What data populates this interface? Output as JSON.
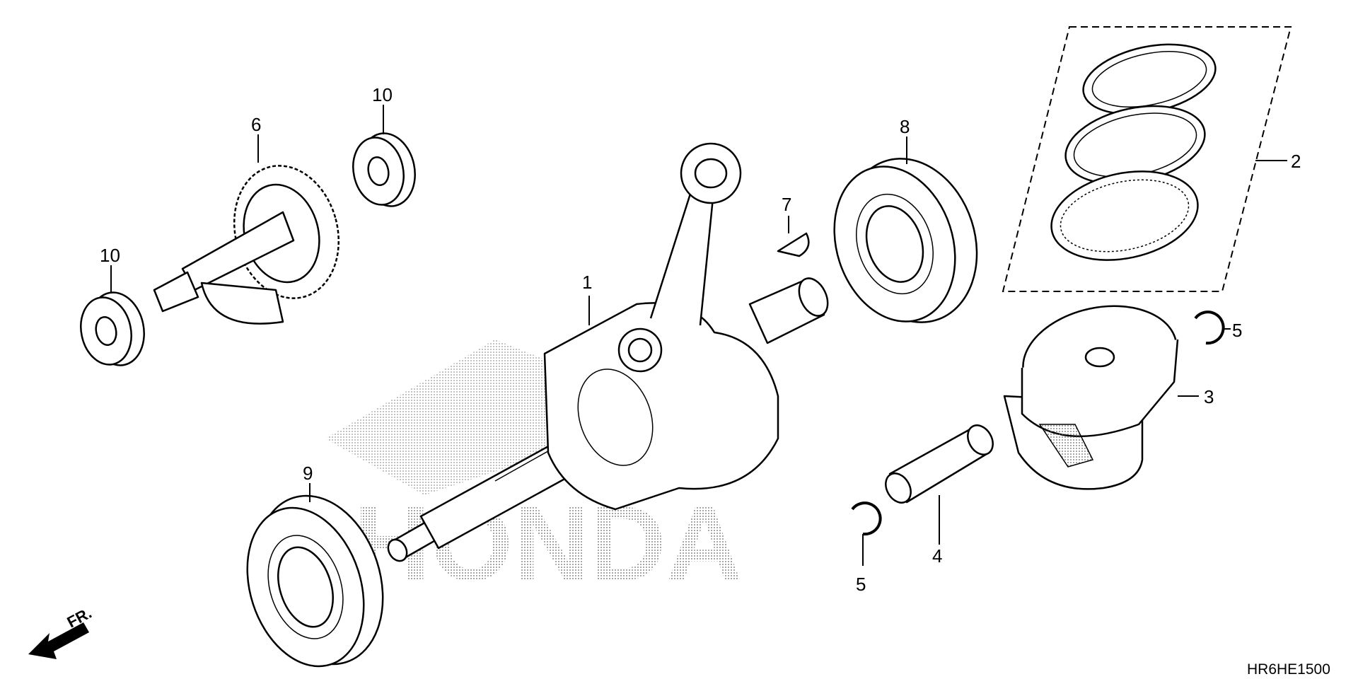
{
  "watermark": {
    "text": "HONDA"
  },
  "diagram_code": "HR6HE1500",
  "direction_label": "FR.",
  "callouts": [
    {
      "id": "c1",
      "label": "1"
    },
    {
      "id": "c2",
      "label": "2"
    },
    {
      "id": "c3",
      "label": "3"
    },
    {
      "id": "c4",
      "label": "4"
    },
    {
      "id": "c5a",
      "label": "5"
    },
    {
      "id": "c5b",
      "label": "5"
    },
    {
      "id": "c6",
      "label": "6"
    },
    {
      "id": "c7",
      "label": "7"
    },
    {
      "id": "c8",
      "label": "8"
    },
    {
      "id": "c9",
      "label": "9"
    },
    {
      "id": "c10a",
      "label": "10"
    },
    {
      "id": "c10b",
      "label": "10"
    }
  ]
}
